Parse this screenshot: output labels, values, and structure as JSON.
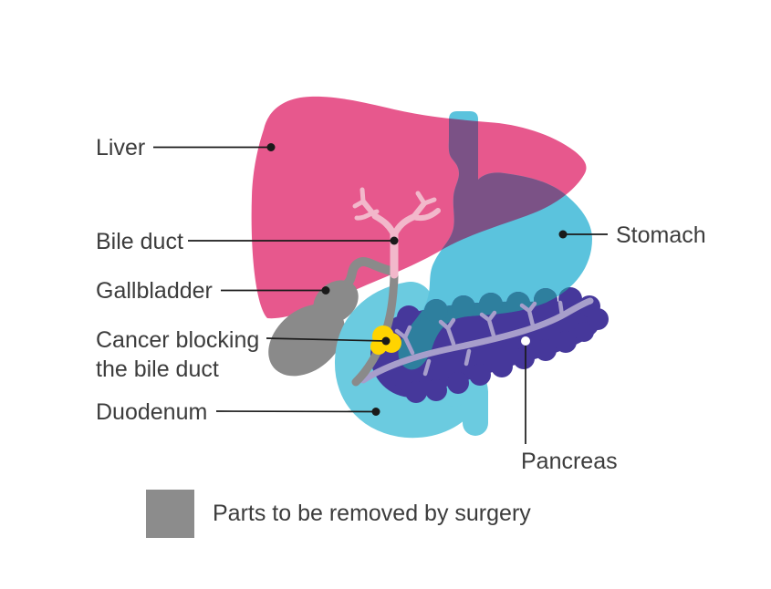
{
  "labels": {
    "liver": "Liver",
    "bile_duct": "Bile duct",
    "gallbladder": "Gallbladder",
    "cancer_line1": "Cancer blocking",
    "cancer_line2": "the bile duct",
    "duodenum": "Duodenum",
    "stomach": "Stomach",
    "pancreas": "Pancreas"
  },
  "legend": {
    "label": "Parts to be removed by surgery"
  },
  "colors": {
    "background": "#FFFFFF",
    "liver": "#E7588D",
    "stomach": "#5BC3DD",
    "duodenum": "#6BCBE0",
    "liver_stomach_overlap": "#7B5286",
    "pancreas": "#46389B",
    "pancreas_stomach_overlap": "#2E7F9E",
    "pancreatic_duct": "#A79ECB",
    "gallbladder": "#8A8A8A",
    "bile_duct_upper": "#F2B8CB",
    "bile_duct_lower": "#8A8A8A",
    "cancer": "#FFD400",
    "leader_line": "#1A1A1A",
    "pancreas_dot": "#FFFFFF",
    "text": "#3C3C3C",
    "legend_swatch": "#8C8C8C"
  }
}
